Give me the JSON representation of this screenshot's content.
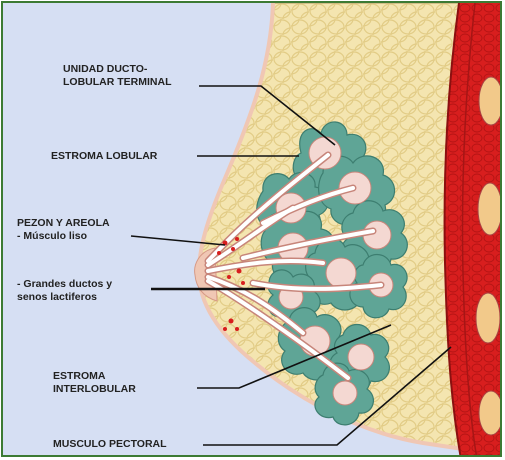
{
  "labels": {
    "unidad": "UNIDAD DUCTO-\nLOBULAR TERMINAL",
    "estroma_lobular": "ESTROMA LOBULAR",
    "pezon": "PEZON Y AREOLA\n- Músculo liso",
    "ductos": "- Grandes ductos y\nsenos lactiferos",
    "estroma_inter": "ESTROMA\nINTERLOBULAR",
    "musculo": "MUSCULO PECTORAL"
  },
  "colors": {
    "background": "#d6dff3",
    "fat": "#f4e5b0",
    "fat_cell": "#e6d08a",
    "lobule": "#5fa596",
    "lobule_edge": "#3d7e70",
    "duct": "#ffffff",
    "duct_outline": "#b8786d",
    "muscle": "#d81e1e",
    "rib": "#f2c98a",
    "skin": "#f0c7b4",
    "frame": "#3c7a33"
  }
}
